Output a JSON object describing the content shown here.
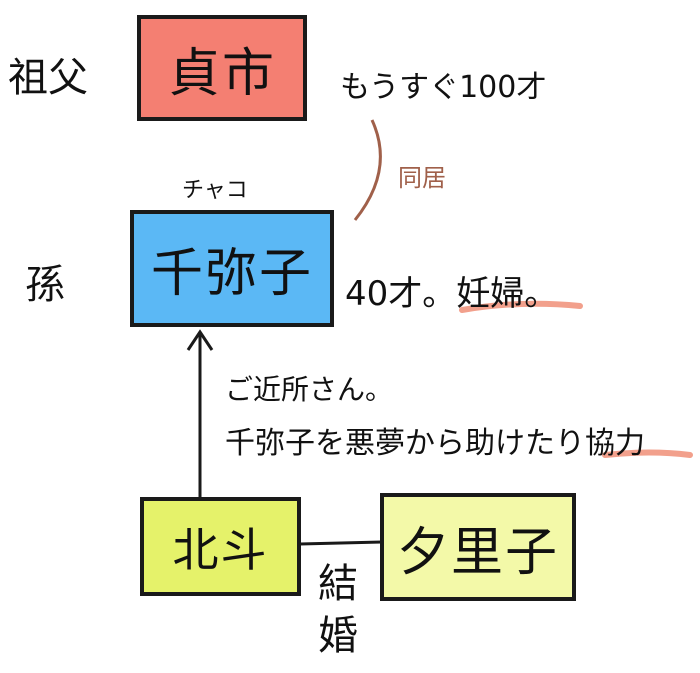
{
  "colors": {
    "grandfather_box": "#f47f72",
    "chiyako_box": "#5bb8f5",
    "hokuto_box": "#e5f26a",
    "yuriko_box": "#f3f9a8",
    "accent_brown": "#a0604a",
    "highlight_pink": "#f2a08c"
  },
  "grandfather": {
    "role": "祖父",
    "name": "貞市",
    "note": "もうすぐ100才"
  },
  "relation_cohabit": "同居",
  "chiyako": {
    "nickname": "チャコ",
    "role": "孫",
    "name": "千弥子",
    "note_age": "40才。",
    "note_status": "妊婦",
    "note_end": "。"
  },
  "neighbors": {
    "label": "ご近所さん。",
    "desc_main": "千弥子を悪夢から助けたり",
    "desc_highlight": "協力"
  },
  "hokuto": {
    "name": "北斗"
  },
  "yuriko": {
    "name": "夕里子"
  },
  "relation_marriage": "結婚"
}
